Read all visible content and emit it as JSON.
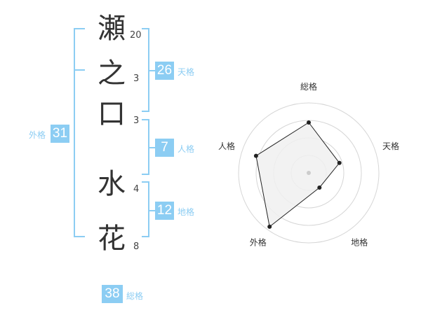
{
  "name": {
    "chars": [
      {
        "char": "瀬",
        "strokes": "20"
      },
      {
        "char": "之",
        "strokes": "3"
      },
      {
        "char": "口",
        "strokes": "3"
      },
      {
        "char": "水",
        "strokes": "4"
      },
      {
        "char": "花",
        "strokes": "8"
      }
    ]
  },
  "fortunes": {
    "tenkaku": {
      "value": "26",
      "label": "天格"
    },
    "jinkaku": {
      "value": "7",
      "label": "人格"
    },
    "chikaku": {
      "value": "12",
      "label": "地格"
    },
    "gaikaku": {
      "value": "31",
      "label": "外格"
    },
    "soukaku": {
      "value": "38",
      "label": "総格"
    }
  },
  "chart_data": {
    "type": "radar",
    "axes": [
      "総格",
      "天格",
      "地格",
      "外格",
      "人格"
    ],
    "values": [
      0.72,
      0.46,
      0.26,
      0.95,
      0.79
    ],
    "range": [
      0,
      1
    ],
    "rings": 4,
    "colors": {
      "fill": "#f0f0f0",
      "line": "#222222",
      "grid": "#d6d6d6"
    }
  }
}
